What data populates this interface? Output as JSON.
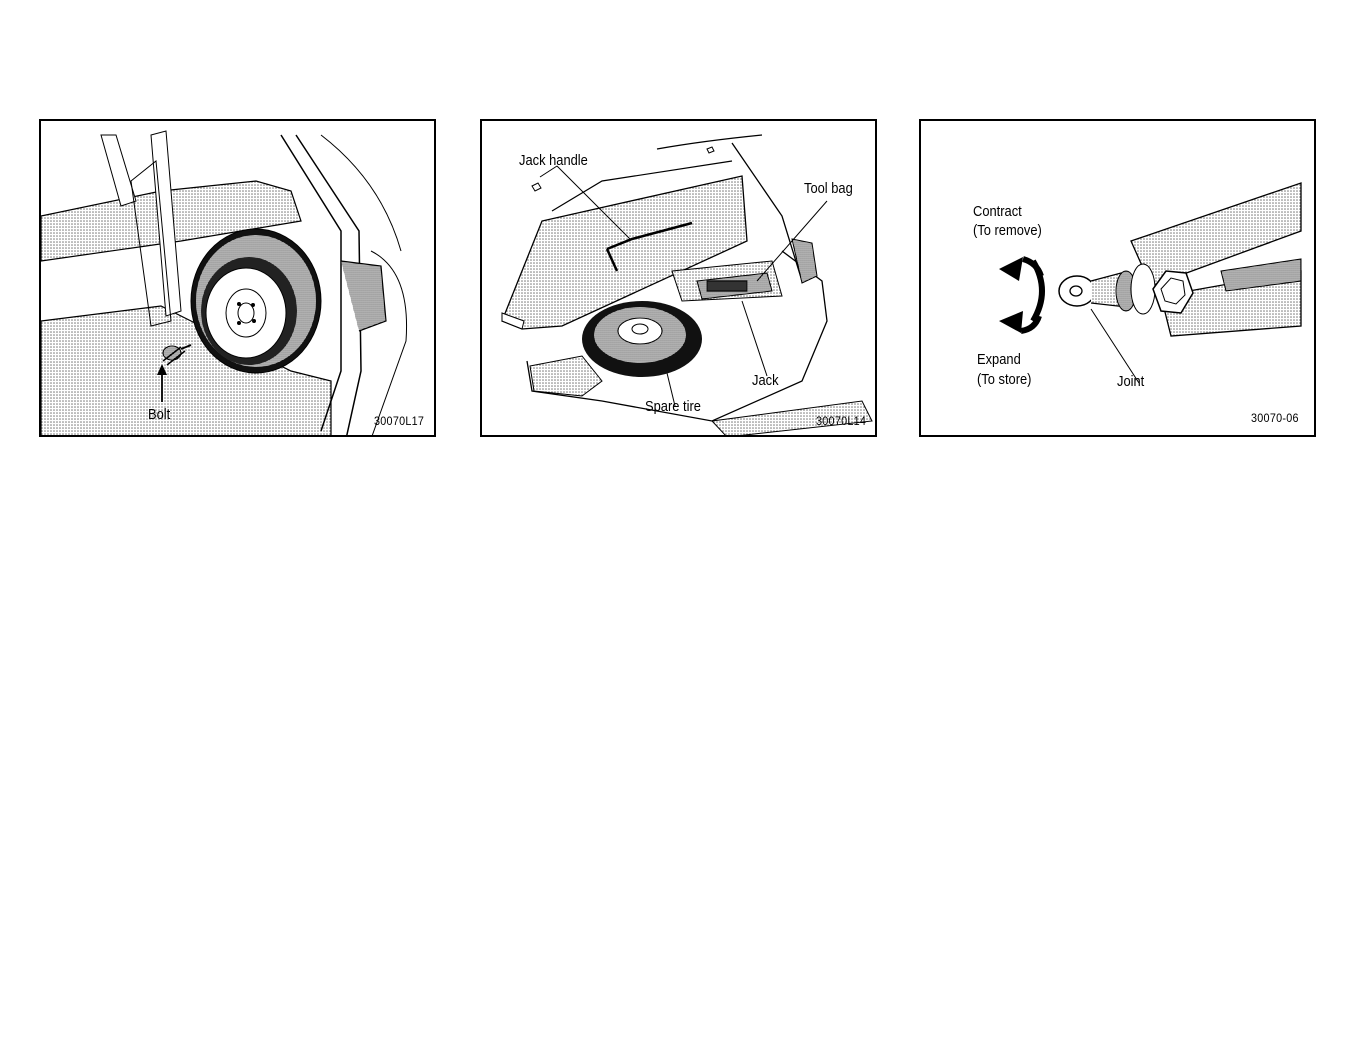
{
  "figures": [
    {
      "labels": {
        "bolt": "Bolt"
      },
      "code": "30070L17"
    },
    {
      "labels": {
        "jack_handle": "Jack handle",
        "tool_bag": "Tool bag",
        "jack": "Jack",
        "spare_tire": "Spare tire"
      },
      "code": "30070L14"
    },
    {
      "labels": {
        "contract_1": "Contract",
        "contract_2": "(To remove)",
        "expand_1": "Expand",
        "expand_2": "(To store)",
        "joint": "Joint"
      },
      "code": "30070-06"
    }
  ]
}
